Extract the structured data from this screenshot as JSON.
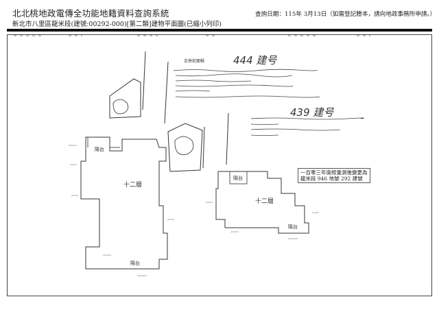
{
  "header": {
    "title": "北北桃地政電傳全功能地籍資料查詢系統",
    "subtitle": "新北市八里區龍米段(建號:00292-000)[第二類]建物平面圖(已縮小列印)",
    "query_date": "查詢日期：115年 3月13日（如需登記謄本，請向地政事務所申請。）"
  },
  "drawing": {
    "premerge_label": "合併前面積",
    "building_444": "444 建号",
    "building_439": "439 建号",
    "stamp_line1": "一百零三年度經重測後變更為",
    "stamp_line2": "龍米段 946 地號 292 建號"
  }
}
